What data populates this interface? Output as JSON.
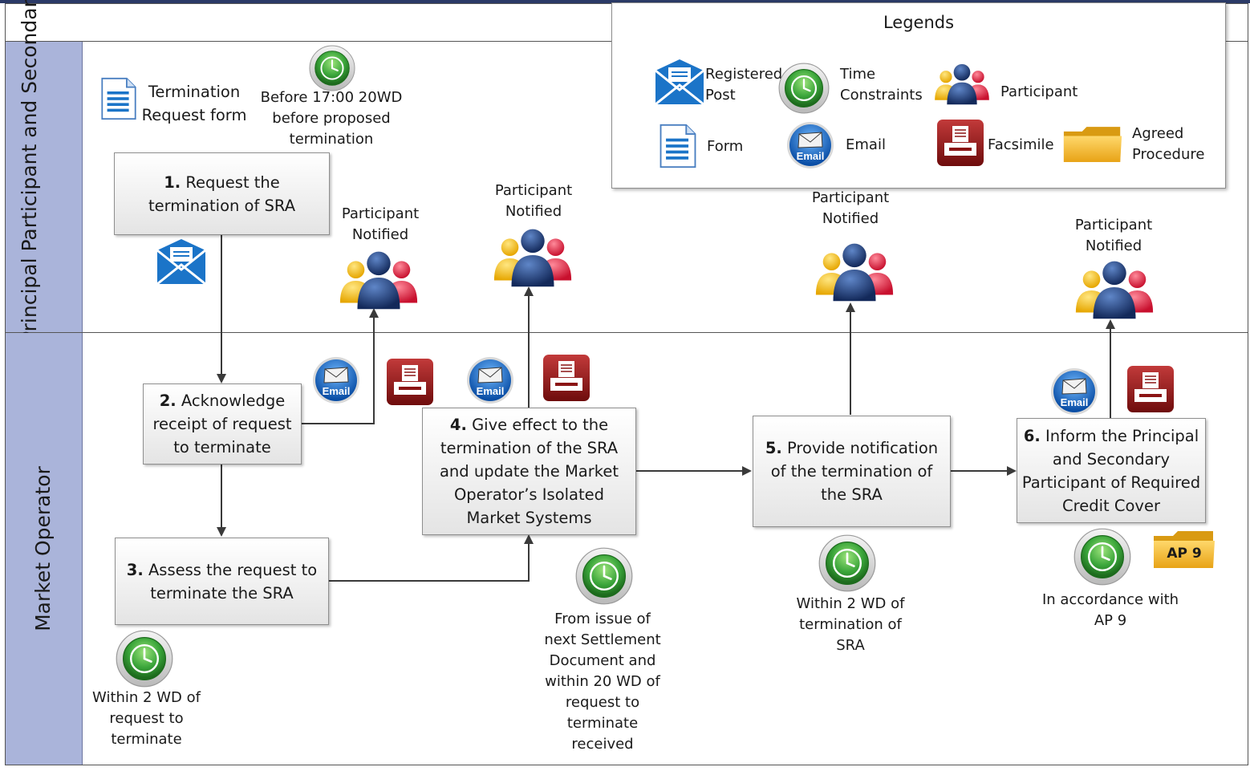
{
  "lanes": {
    "top": "Principal Participant and Secondary Participant",
    "bottom": "Market Operator"
  },
  "legend": {
    "title": "Legends",
    "registered_post": "Registered Post",
    "time_constraints": "Time Constraints",
    "participant": "Participant",
    "form": "Form",
    "email": "Email",
    "facsimile": "Facsimile",
    "agreed_procedure": "Agreed Procedure"
  },
  "icons": {
    "email_badge": "Email",
    "ap_badge": "AP 9",
    "registered_post": "registered-post-icon",
    "time": "clock-icon",
    "participant": "participant-group-icon",
    "form": "form-document-icon",
    "email": "email-icon",
    "facsimile": "fax-icon",
    "folder": "folder-icon"
  },
  "steps": [
    {
      "num": "1.",
      "text": "Request the termination of SRA"
    },
    {
      "num": "2.",
      "text": "Acknowledge receipt of request to terminate"
    },
    {
      "num": "3.",
      "text": "Assess the request to terminate the SRA"
    },
    {
      "num": "4.",
      "text": "Give effect to the termination of the SRA and update the Market Operator’s Isolated Market Systems"
    },
    {
      "num": "5.",
      "text": "Provide notification of the termination of the SRA"
    },
    {
      "num": "6.",
      "text": "Inform the Principal and Secondary Participant of Required Credit Cover"
    }
  ],
  "notes": {
    "form_label": "Termination Request form",
    "deadline_1": "Before 17:00 20WD before proposed termination",
    "notified": "Participant Notified",
    "within_step3": "Within 2 WD of request to terminate",
    "within_step4": "From issue of next Settlement Document and within 20 WD of request to terminate received",
    "within_step5": "Within 2 WD of termination of SRA",
    "within_step6": "In accordance with AP 9"
  },
  "colors": {
    "lane_label_bg": "#aab4da",
    "top_bar": "#2b3a67",
    "email_blue": "#1b74c8",
    "fax_red": "#8b1414",
    "clock_green": "#3aa53a",
    "folder_yellow": "#f2b31e",
    "participant_blue": "#1f3f7a"
  }
}
